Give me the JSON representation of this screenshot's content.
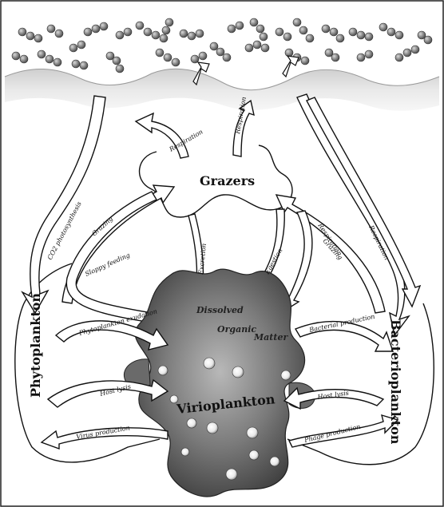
{
  "diagram": {
    "nodes": {
      "grazers": "Grazers",
      "phytoplankton": "Phytoplankton",
      "bacterioplankton": "Bacterioplankton",
      "virioplankton": "Virioplankton",
      "dissolved": "Dissolved",
      "organic": "Organic",
      "matter": "Matter"
    },
    "flows": {
      "co2_fixation": "CO2 photosynthesis",
      "grazing": "Grazing",
      "respiration": "Respiration",
      "sloppy_feeding": "Sloppy feeding",
      "phyto_exudation": "Phytoplankton exudation",
      "excretion": "Excretion",
      "egestion": "Egestion",
      "host_lysis_left": "Host lysis",
      "virus_production_left": "Virus production",
      "bacterial_production": "Bacterial production",
      "host_lysis_right": "Host lysis",
      "phage_production": "Phage production",
      "resp_right": "Respiration",
      "remineralization": "Respiration",
      "grazing_right": "Grazing"
    },
    "colors": {
      "ink": "#111111",
      "dom_fill": "#5a5a5a",
      "background": "#ffffff"
    }
  }
}
